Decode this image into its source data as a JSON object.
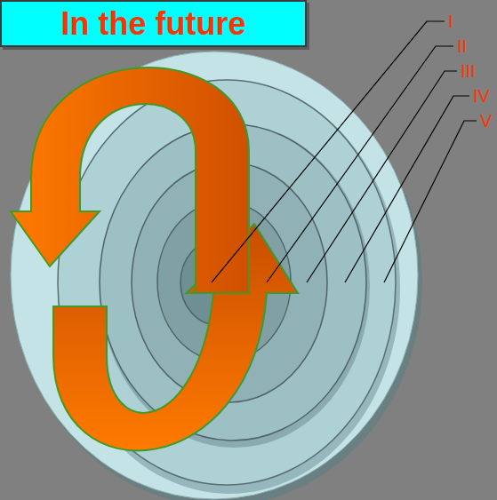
{
  "diagram": {
    "title": "In the future",
    "labels": [
      "I",
      "II",
      "III",
      "IV",
      "V"
    ]
  }
}
